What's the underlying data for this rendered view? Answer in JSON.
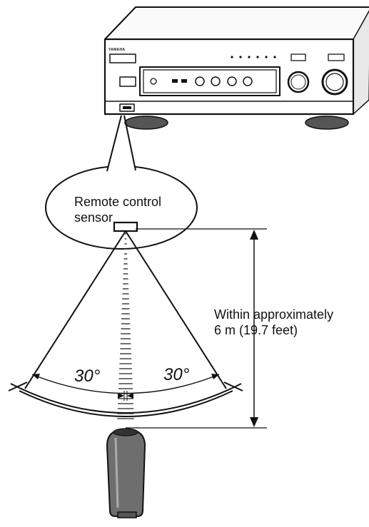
{
  "receiver": {
    "brand": "YAMAHA"
  },
  "callout": {
    "line1": "Remote control",
    "line2": "sensor"
  },
  "angle_left": "30°",
  "angle_right": "30°",
  "range": {
    "line1": "Within approximately",
    "line2": "6 m (19.7 feet)"
  }
}
